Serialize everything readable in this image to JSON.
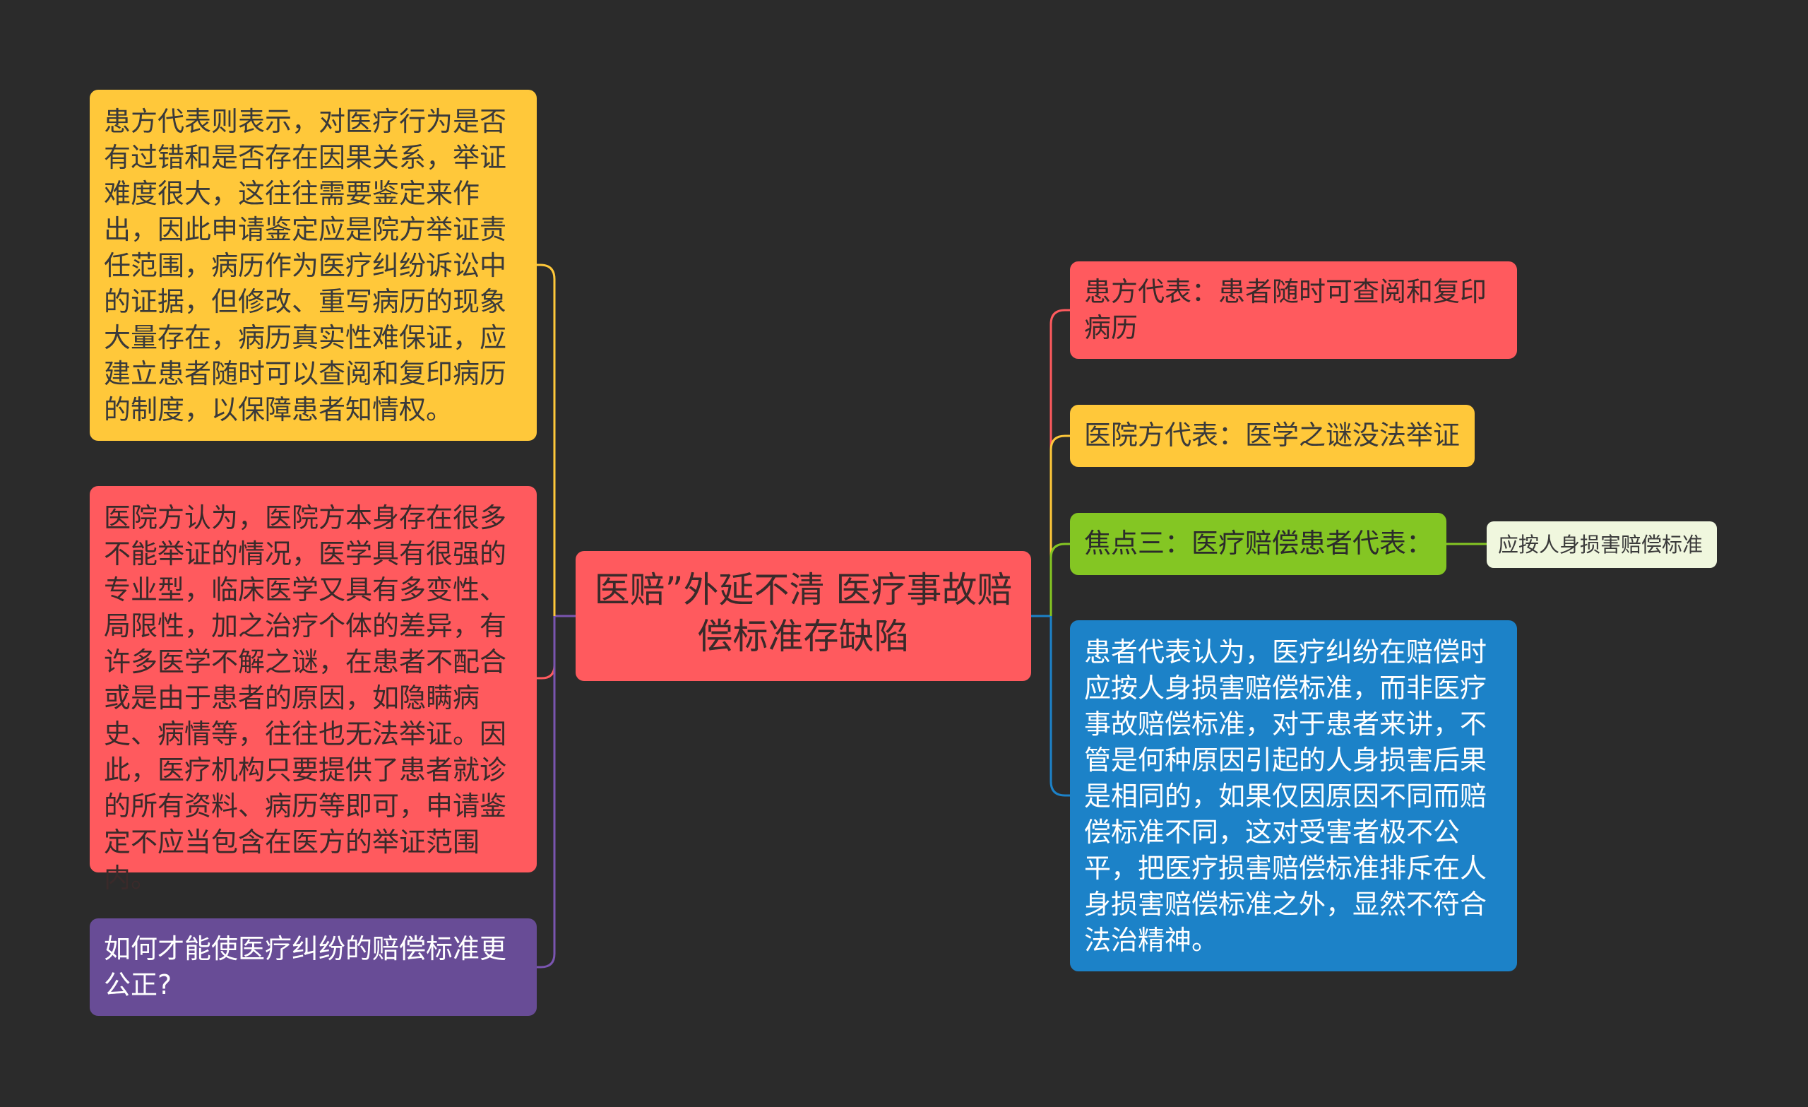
{
  "root": {
    "label": "医赔”外延不清 医疗事故赔偿标准存缺陷",
    "color": "#ff5a5e"
  },
  "left_branches": [
    {
      "label": "患方代表则表示，对医疗行为是否有过错和是否存在因果关系，举证难度很大，这往往需要鉴定来作出，因此申请鉴定应是院方举证责任范围，病历作为医疗纠纷诉讼中的证据，但修改、重写病历的现象大量存在，病历真实性难保证，应建立患者随时可以查阅和复印病历的制度，以保障患者知情权。",
      "color": "#ffc83a",
      "line_color": "#ffc83a"
    },
    {
      "label": "医院方认为，医院方本身存在很多不能举证的情况，医学具有很强的专业型，临床医学又具有多变性、局限性，加之治疗个体的差异，有许多医学不解之谜，在患者不配合或是由于患者的原因，如隐瞒病史、病情等，往往也无法举证。因此，医疗机构只要提供了患者就诊的所有资料、病历等即可，申请鉴定不应当包含在医方的举证范围内。",
      "color": "#ff5a5e",
      "line_color": "#ff5a5e"
    },
    {
      "label": "如何才能使医疗纠纷的赔偿标准更公正?",
      "color": "#684c96",
      "line_color": "#7a55b0"
    }
  ],
  "right_branches": [
    {
      "label": "患方代表：患者随时可查阅和复印病历",
      "color": "#ff5a5e",
      "line_color": "#ff5a5e"
    },
    {
      "label": "医院方代表：医学之谜没法举证",
      "color": "#ffc83a",
      "line_color": "#ffc83a"
    },
    {
      "label": "焦点三：医疗赔偿患者代表：",
      "color": "#84c623",
      "line_color": "#84c623",
      "children": [
        {
          "label": "应按人身损害赔偿标准",
          "color": "#f0f7de",
          "line_color": "#84c623"
        }
      ]
    },
    {
      "label": "患者代表认为，医疗纠纷在赔偿时应按人身损害赔偿标准，而非医疗事故赔偿标准，对于患者来讲，不管是何种原因引起的人身损害后果是相同的，如果仅因原因不同而赔偿标准不同，这对受害者极不公平，把医疗损害赔偿标准排斥在人身损害赔偿标准之外，显然不符合法治精神。",
      "color": "#1c82c8",
      "line_color": "#1c82c8"
    }
  ]
}
